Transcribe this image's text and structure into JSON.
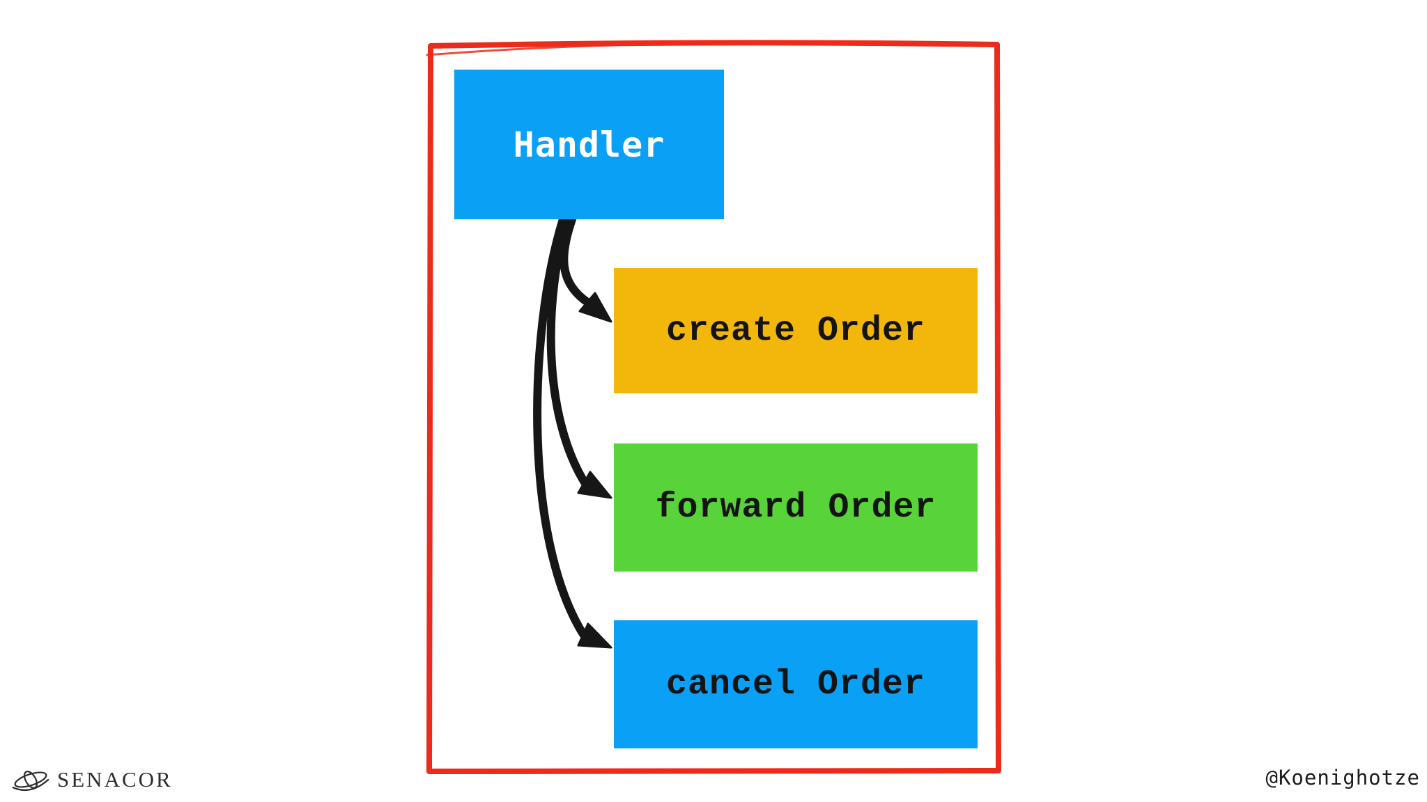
{
  "theme": {
    "frame": "#ed2b1a",
    "arrow": "#161616",
    "ink": "#2d2d2d",
    "background": "#ffffff"
  },
  "diagram": {
    "nodes": [
      {
        "id": "handler",
        "label": "Handler",
        "color": "#0aa0f5",
        "text_color": "#ffffff"
      },
      {
        "id": "create-order",
        "label": "create Order",
        "color": "#f3b60b",
        "text_color": "#141414"
      },
      {
        "id": "forward-order",
        "label": "forward Order",
        "color": "#58d339",
        "text_color": "#141414"
      },
      {
        "id": "cancel-order",
        "label": "cancel Order",
        "color": "#0aa0f5",
        "text_color": "#141414"
      }
    ],
    "edges": [
      {
        "from": "handler",
        "to": "create-order"
      },
      {
        "from": "handler",
        "to": "forward-order"
      },
      {
        "from": "handler",
        "to": "cancel-order"
      }
    ]
  },
  "footer": {
    "brand": "SENACOR",
    "handle": "@Koenighotze"
  }
}
